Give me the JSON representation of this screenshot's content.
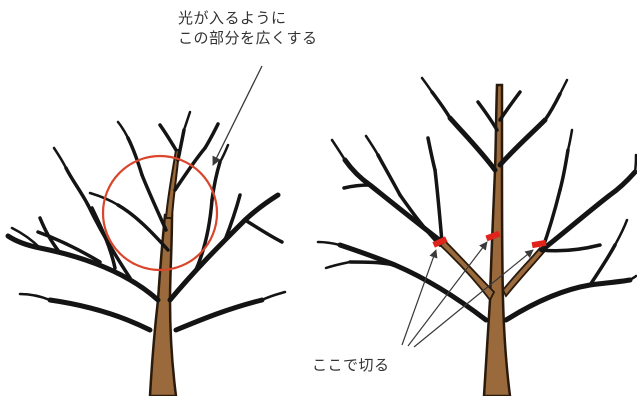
{
  "annotations": {
    "top_line1": "光が入るように",
    "top_line2": "この部分を広くする",
    "bottom": "ここで切る"
  },
  "colors": {
    "branch": "#141414",
    "trunk": "#9a6a3c",
    "trunk_outline": "#2a1a0c",
    "circle": "#d9462b",
    "cut_mark": "#e0241b",
    "arrow": "#3a3a3a"
  }
}
